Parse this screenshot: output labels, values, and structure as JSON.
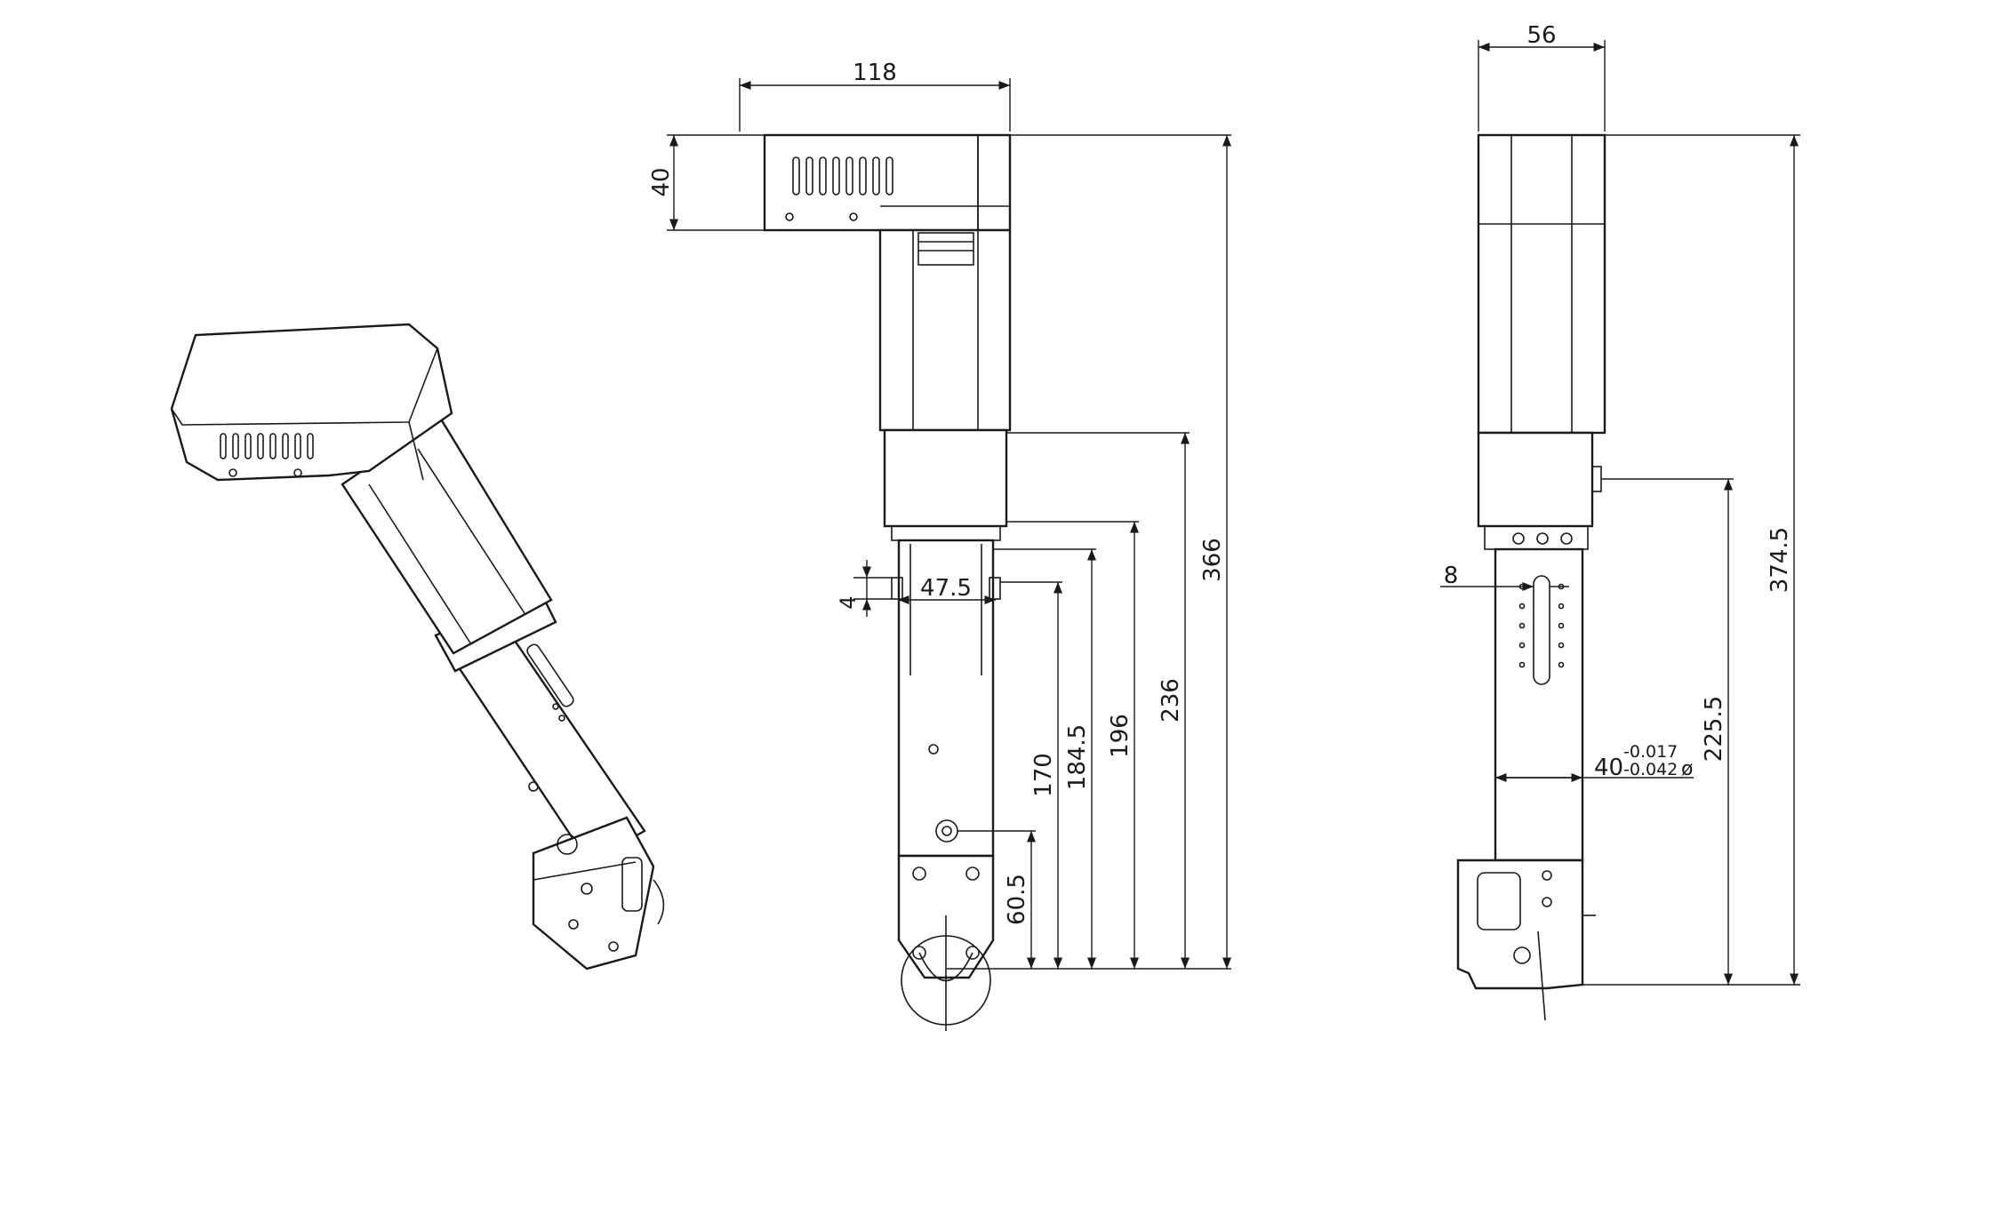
{
  "dimensions": {
    "width_118": "118",
    "height_40": "40",
    "height_366": "366",
    "height_236": "236",
    "height_196": "196",
    "height_184_5": "184.5",
    "height_170": "170",
    "width_47_5": "47.5",
    "slot_4": "4",
    "height_60_5": "60.5",
    "width_56": "56",
    "height_374_5": "374.5",
    "height_225_5": "225.5",
    "slot_8": "8",
    "diameter_base": "40",
    "tol_upper": "-0.017",
    "tol_lower": "-0.042",
    "diameter_symbol": "ø"
  },
  "colors": {
    "line": "#1a1a1a",
    "background": "#ffffff"
  }
}
